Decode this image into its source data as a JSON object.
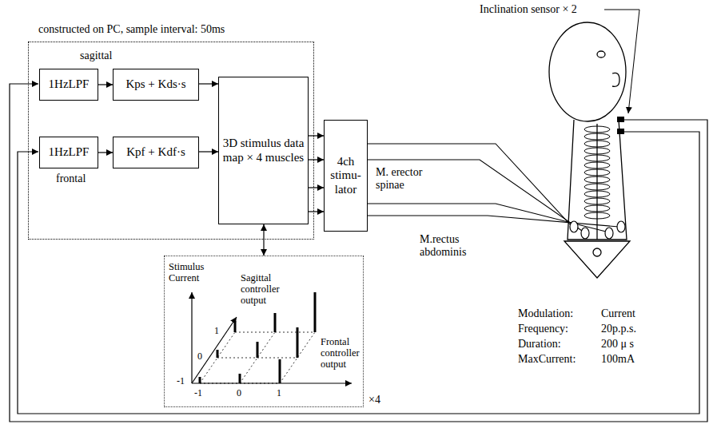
{
  "diagram": {
    "nodes": [
      {
        "text": [
          "constructed on PC, sample interval: 50ms"
        ]
      },
      {
        "text": [
          "1HzLPF"
        ],
        "in": 0
      },
      {
        "text": [
          "Kps + Kds·s"
        ],
        "in": 0
      },
      {
        "text": [
          "1HzLPF"
        ],
        "in": 0
      },
      {
        "text": [
          "Kpf + Kdf·s"
        ],
        "in": 0
      },
      {
        "text": [
          "3D stimulus data map × 4 muscles"
        ],
        "in": 0
      },
      {
        "text": [
          "4ch stimu- lator"
        ]
      },
      {
        "text": [
          "Stimulus Current",
          "Sagittal controller output",
          "Frontal controller output",
          "×4"
        ]
      }
    ],
    "edges": [
      {
        "from": 1,
        "to": 2,
        "arrow": "to"
      },
      {
        "from": 3,
        "to": 4,
        "arrow": "to"
      },
      {
        "from": 2,
        "to": 5,
        "arrow": "to"
      },
      {
        "from": 4,
        "to": 5,
        "arrow": "to"
      },
      {
        "from": 5,
        "to": 6,
        "arrow": "to"
      },
      {
        "from": 5,
        "to": 6,
        "arrow": "to"
      },
      {
        "from": 5,
        "to": 6,
        "arrow": "to"
      },
      {
        "from": 5,
        "to": 6,
        "arrow": "to"
      },
      {
        "from": 5,
        "to": 7,
        "arrow": "both"
      }
    ],
    "labels": [
      "sagittal",
      "frontal",
      "-1",
      "0",
      "1",
      "-1",
      "0",
      "1",
      "Inclination sensor × 2",
      "M. erector spinae",
      "M.rectus abdominis",
      "Modulation:",
      "Current",
      "Frequency:",
      "20p.p.s.",
      "Duration:",
      "200 μ s",
      "MaxCurrent:",
      "100mA"
    ]
  }
}
